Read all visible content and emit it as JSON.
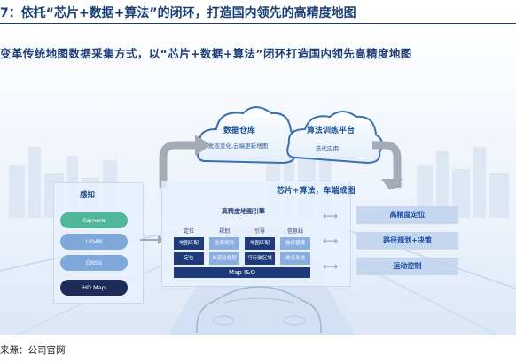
{
  "caption": "7：依托“芯片+数据+算法”的闭环，打造国内领先的高精度地图",
  "headline": "变革传统地图数据采集方式，以“芯片+数据+算法”闭环打造国内领先高精度地图",
  "clouds": {
    "left": {
      "title": "数据仓库",
      "sub": "发现变化,云端更新地图"
    },
    "right": {
      "title": "算法训练平台",
      "sub": "迭代应用"
    }
  },
  "platform_title": "芯片+算法，车端成图",
  "sensing": {
    "title": "感知",
    "items": [
      "Camera",
      "LIDAR",
      "GNSS"
    ],
    "hd_map": "HD Map"
  },
  "engine": {
    "title": "高精度地图引擎",
    "columns": [
      "定位",
      "规划",
      "引导",
      "信息线"
    ],
    "rows": [
      [
        "地图匹配",
        "全局规划",
        "地图匹配",
        "信息管理"
      ],
      [
        "定位",
        "车道级规划",
        "可行驶区域",
        "信息发送"
      ]
    ],
    "io": "Map I&O"
  },
  "outputs": [
    "高精度定位",
    "路径规划+决策",
    "运动控制"
  ],
  "source": "来源：公司官网",
  "colors": {
    "title_blue": "#1f3f78",
    "dark_navy": "#1f3a78",
    "camera_green": "#4fb89a",
    "sensor_blue": "#7fa8db",
    "output_text": "#1d4ea0"
  }
}
